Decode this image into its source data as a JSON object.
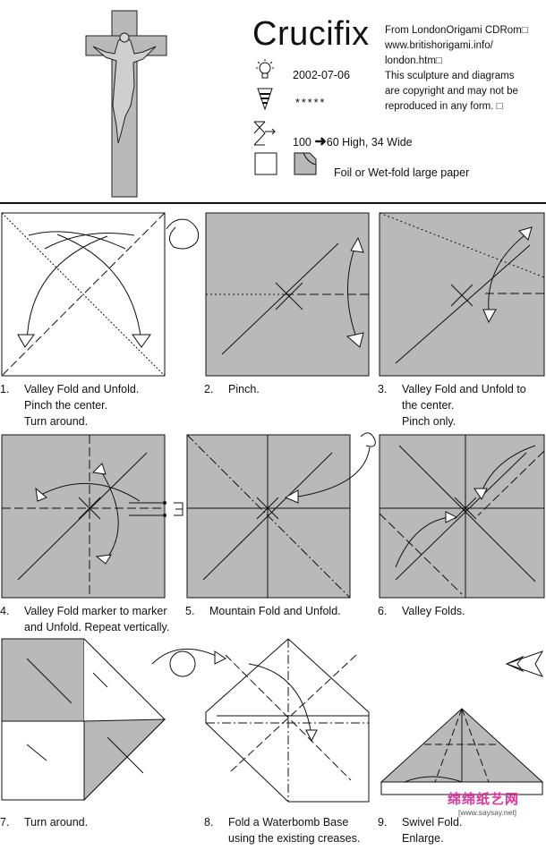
{
  "header": {
    "title": "Crucifix",
    "source_lines": [
      "From LondonOrigami CDRom□",
      "www.britishorigami.info/",
      "london.htm□",
      "This sculpture and diagrams",
      "are copyright and may not be",
      "reproduced in any form. □"
    ],
    "date": "2002-07-06",
    "difficulty": "*****",
    "size_from": "100",
    "size_to": "60 High, 34 Wide",
    "paper_note": "Foil or Wet-fold large paper",
    "icons": [
      "lightbulb-icon",
      "difficulty-icon",
      "hourglass-icon",
      "square-paper-icon",
      "folded-corner-icon"
    ]
  },
  "steps": [
    {
      "number": "1.",
      "text": "Valley Fold and Unfold.\nPinch the center.\nTurn around."
    },
    {
      "number": "2.",
      "text": "Pinch."
    },
    {
      "number": "3.",
      "text": "Valley Fold and Unfold to\nthe center.\nPinch only."
    },
    {
      "number": "4.",
      "text": "Valley Fold marker to marker\nand Unfold. Repeat vertically."
    },
    {
      "number": "5.",
      "text": "Mountain Fold and Unfold."
    },
    {
      "number": "6.",
      "text": "Valley Folds."
    },
    {
      "number": "7.",
      "text": "Turn around."
    },
    {
      "number": "8.",
      "text": "Fold a Waterbomb Base\nusing the existing creases."
    },
    {
      "number": "9.",
      "text": "Swivel Fold.\nEnlarge."
    }
  ],
  "watermark": {
    "text": "绵绵纸艺网",
    "url": "[www.saysay.net]"
  },
  "colors": {
    "paper_colored": "#b9b9b9",
    "paper_white": "#ffffff",
    "line": "#111111",
    "watermark": "#e0349c"
  }
}
